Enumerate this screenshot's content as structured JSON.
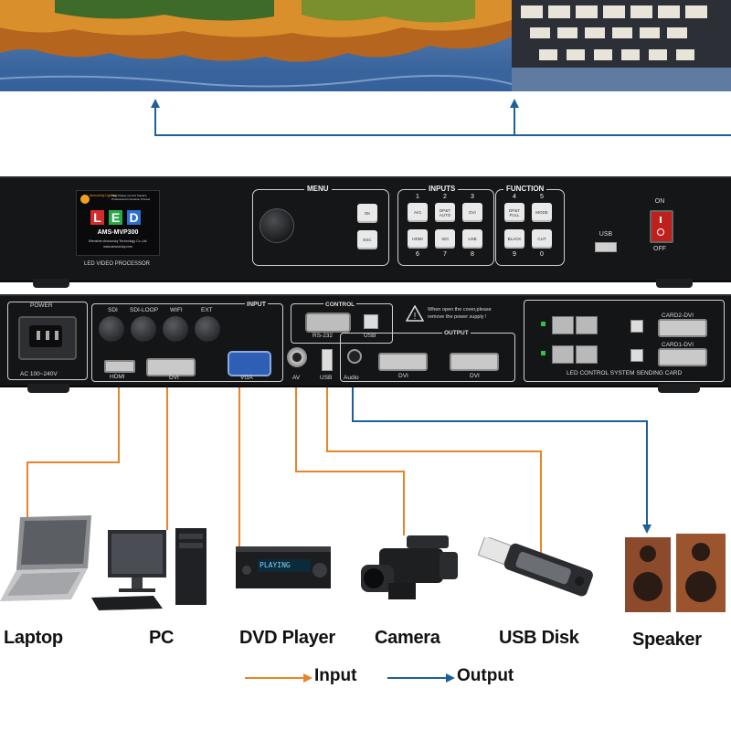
{
  "colors": {
    "input_line": "#e8852a",
    "output_line": "#1f5f98",
    "panel": "#151618"
  },
  "front_panel": {
    "brand_line1": "Amoonsky Lighting",
    "brand_line2": "LED Display Control Solution Professional Innovation Pioneer",
    "led_letters": [
      "L",
      "E",
      "D"
    ],
    "model": "AMS-MVP300",
    "company": "Shenzhen Amoonsky Technology Co.,Ltd.",
    "website": "www.amoonsky.com",
    "product_title": "LED VIDEO PROCESSOR",
    "menu_title": "MENU",
    "menu_buttons": [
      "OK",
      "ESC"
    ],
    "inputs_title": "INPUTS",
    "input_keys": [
      {
        "num": "1",
        "label": "AV1"
      },
      {
        "num": "2",
        "label": "DP&T AUTO"
      },
      {
        "num": "3",
        "label": "DVI"
      },
      {
        "num": "6",
        "label": "HDMI"
      },
      {
        "num": "7",
        "label": "SDI"
      },
      {
        "num": "8",
        "label": "USB"
      }
    ],
    "function_title": "FUNCTION",
    "function_keys": [
      {
        "num": "4",
        "label": "DP&T FULL"
      },
      {
        "num": "5",
        "label": "MODE"
      },
      {
        "num": "9",
        "label": "BLACK"
      },
      {
        "num": "0",
        "label": "CUT"
      }
    ],
    "usb_label": "USB",
    "power_on": "ON",
    "power_off": "OFF"
  },
  "back_panel": {
    "power_title": "POWER",
    "power_rating": "AC 100~240V",
    "input_title": "INPUT",
    "top_ports": [
      "SDI",
      "SDI-LOOP",
      "WIFI",
      "EXT"
    ],
    "hdmi": "HDMI",
    "dvi_in": "DVI",
    "vga": "VGA",
    "av": "AV",
    "usb": "USB",
    "control_title": "CONTROL",
    "rs232": "RS-232",
    "control_usb": "USB",
    "warning_line1": "When open the cover,please",
    "warning_line2": "remove the power supply !",
    "output_title": "OUTPUT",
    "audio": "Audio",
    "dvi_out1": "DVI",
    "dvi_out2": "DVI",
    "card2": "CARD2-DVI",
    "card1": "CARD1-DVI",
    "sending_card": "LED CONTROL SYSTEM SENDING CARD"
  },
  "devices": [
    {
      "id": "laptop",
      "label": "Laptop"
    },
    {
      "id": "pc",
      "label": "PC"
    },
    {
      "id": "dvd",
      "label": "DVD Player"
    },
    {
      "id": "camera",
      "label": "Camera"
    },
    {
      "id": "usb-disk",
      "label": "USB Disk"
    },
    {
      "id": "speaker",
      "label": "Speaker"
    }
  ],
  "dvd_display": "PLAYING",
  "legend": {
    "input": "Input",
    "output": "Output"
  }
}
